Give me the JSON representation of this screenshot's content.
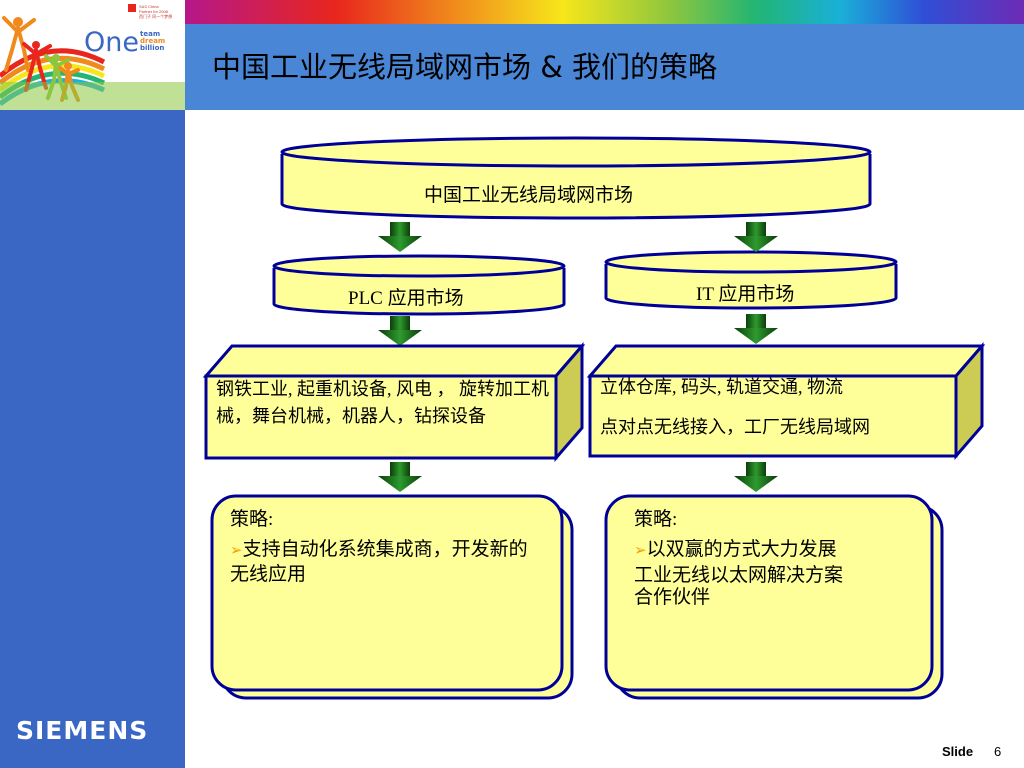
{
  "header": {
    "title": "中国工业无线局域网市场 & 我们的策略"
  },
  "logo": {
    "one": "One",
    "tagline": [
      "team",
      "dream",
      "billion"
    ],
    "tiny_text": [
      "SAS China",
      "Partner for 2008",
      "西门子 同一个梦想"
    ]
  },
  "diagram": {
    "top_cylinder": "中国工业无线局域网市场",
    "left_cylinder": "PLC 应用市场",
    "right_cylinder": "IT 应用市场",
    "left_box": "钢铁工业, 起重机设备, 风电 ， 旋转加工机械，舞台机械，机器人，钻探设备",
    "right_box_line1": "立体仓库, 码头, 轨道交通, 物流",
    "right_box_line2": "点对点无线接入，工厂无线局域网",
    "left_strategy": {
      "heading": "策略:",
      "bullet": "➢",
      "text": "支持自动化系统集成商，开发新的无线应用"
    },
    "right_strategy": {
      "heading": "策略:",
      "bullet": "➢",
      "text_line1": "以双赢的方式大力发展",
      "text_line2": "工业无线以太网解决方案",
      "text_line3": "合作伙伴"
    }
  },
  "footer": {
    "brand": "SIEMENS",
    "slide_label": "Slide",
    "slide_number": "6"
  },
  "colors": {
    "header_blue": "#4a86d6",
    "side_blue": "#3a67c4",
    "shape_fill": "#ffff99",
    "shape_border": "#000099",
    "arrow_green": "#1f7a1f"
  }
}
